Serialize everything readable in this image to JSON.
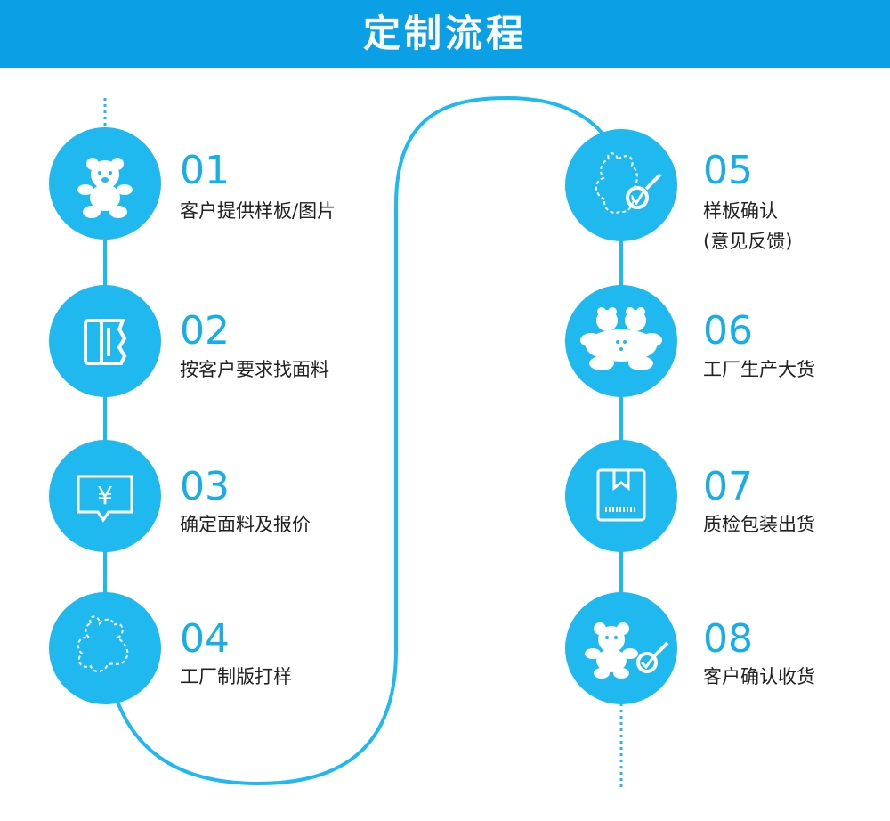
{
  "header": {
    "title": "定制流程"
  },
  "colors": {
    "accent": "#1fb9ef",
    "banner": "#0b9fe6",
    "text": "#222222",
    "number": "#16aee8"
  },
  "steps": [
    {
      "num": "01",
      "label": "客户提供样板/图片",
      "icon": "teddy-bear-icon"
    },
    {
      "num": "02",
      "label": "按客户要求找面料",
      "icon": "fabric-swatch-icon"
    },
    {
      "num": "03",
      "label": "确定面料及报价",
      "icon": "price-yen-icon"
    },
    {
      "num": "04",
      "label": "工厂制版打样",
      "icon": "bear-pattern-outline-icon"
    },
    {
      "num": "05",
      "label": "样板确认",
      "sub": "(意见反馈)",
      "icon": "sample-inspect-icon"
    },
    {
      "num": "06",
      "label": "工厂生产大货",
      "icon": "bear-group-icon"
    },
    {
      "num": "07",
      "label": "质检包装出货",
      "icon": "package-box-icon"
    },
    {
      "num": "08",
      "label": "客户确认收货",
      "icon": "bear-confirm-icon"
    }
  ]
}
